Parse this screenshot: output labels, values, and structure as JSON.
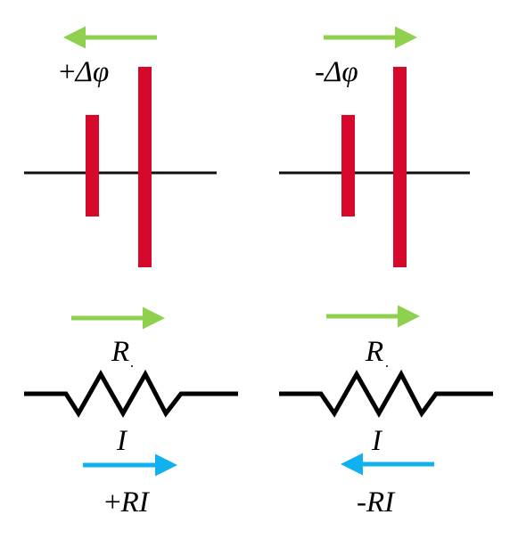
{
  "colors": {
    "battery_plate": "#d6082b",
    "wire": "#111111",
    "potential_arrow": "#8fd14f",
    "current_arrow": "#11b0ee"
  },
  "battery_left": {
    "label": "+Δφ",
    "label_sign": "+",
    "label_symbol": "Δφ",
    "arrow_direction": "left"
  },
  "battery_right": {
    "label": "-Δφ",
    "label_sign": "-",
    "label_symbol": "Δφ",
    "arrow_direction": "right"
  },
  "resistor_left": {
    "resistor_label": "R",
    "current_label": "I",
    "potential_arrow_direction": "right",
    "current_arrow_direction": "right",
    "result_label_sign": "+",
    "result_label_symbol": "RI"
  },
  "resistor_right": {
    "resistor_label": "R",
    "current_label": "I",
    "potential_arrow_direction": "right",
    "current_arrow_direction": "left",
    "result_label_sign": "-",
    "result_label_symbol": "RI"
  }
}
